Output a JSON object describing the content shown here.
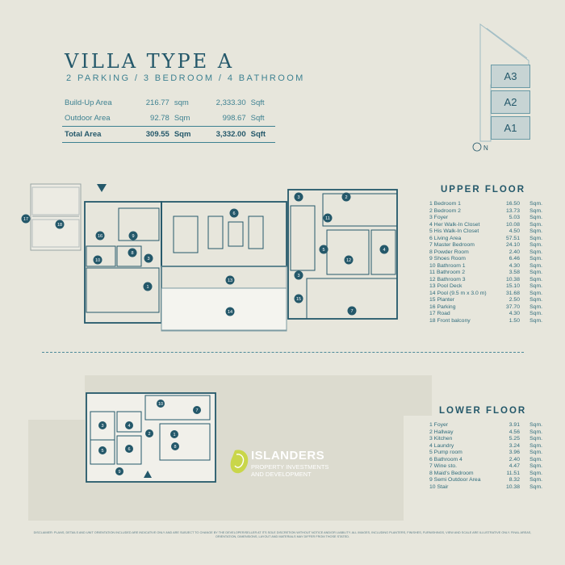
{
  "title": "VILLA TYPE A",
  "subtitle": "2 PARKING / 3 BEDROOM / 4 BATHROOM",
  "areas": [
    {
      "label": "Build-Up Area",
      "sqm": "216.77",
      "unit1": "sqm",
      "sqft": "2,333.30",
      "unit2": "Sqft"
    },
    {
      "label": "Outdoor Area",
      "sqm": "92.78",
      "unit1": "Sqm",
      "sqft": "998.67",
      "unit2": "Sqft"
    },
    {
      "label": "Total Area",
      "sqm": "309.55",
      "unit1": "Sqm",
      "sqft": "3,332.00",
      "unit2": "Sqft"
    }
  ],
  "keymap": {
    "units": [
      "A3",
      "A2",
      "A1"
    ],
    "north": "N"
  },
  "upper_floor": {
    "heading": "UPPER FLOOR",
    "rooms": [
      {
        "name": "1 Bedroom 1",
        "area": "16.50",
        "unit": "Sqm."
      },
      {
        "name": "2 Bedroom 2",
        "area": "13.73",
        "unit": "Sqm."
      },
      {
        "name": "3 Foyer",
        "area": "5.03",
        "unit": "Sqm."
      },
      {
        "name": "4 Her Walk-In Closet",
        "area": "10.08",
        "unit": "Sqm."
      },
      {
        "name": "5 His Walk-In Closet",
        "area": "4.50",
        "unit": "Sqm."
      },
      {
        "name": "6 Living Area",
        "area": "57.51",
        "unit": "Sqm."
      },
      {
        "name": "7 Master Bedroom",
        "area": "24.10",
        "unit": "Sqm."
      },
      {
        "name": "8 Powder Room",
        "area": "2.40",
        "unit": "Sqm."
      },
      {
        "name": "9 Shoes Room",
        "area": "6.46",
        "unit": "Sqm."
      },
      {
        "name": "10 Bathroom 1",
        "area": "4.30",
        "unit": "Sqm."
      },
      {
        "name": "11 Bathroom 2",
        "area": "3.58",
        "unit": "Sqm."
      },
      {
        "name": "12 Bathroom 3",
        "area": "10.38",
        "unit": "Sqm."
      },
      {
        "name": "13 Pool Deck",
        "area": "15.10",
        "unit": "Sqm."
      },
      {
        "name": "14 Pool (9.5 m x 3.0 m)",
        "area": "31.68",
        "unit": "Sqm."
      },
      {
        "name": "15 Planter",
        "area": "2.50",
        "unit": "Sqm."
      },
      {
        "name": "16 Parking",
        "area": "37.70",
        "unit": "Sqm."
      },
      {
        "name": "17 Road",
        "area": "4.30",
        "unit": "Sqm."
      },
      {
        "name": "18 Front balcony",
        "area": "1.50",
        "unit": "Sqm."
      }
    ]
  },
  "lower_floor": {
    "heading": "LOWER FLOOR",
    "rooms": [
      {
        "name": "1 Foyer",
        "area": "3.91",
        "unit": "Sqm."
      },
      {
        "name": "2 Hallway",
        "area": "4.56",
        "unit": "Sqm."
      },
      {
        "name": "3 Kitchen",
        "area": "5.25",
        "unit": "Sqm."
      },
      {
        "name": "4 Laundry",
        "area": "3.24",
        "unit": "Sqm."
      },
      {
        "name": "5 Pump room",
        "area": "3.96",
        "unit": "Sqm."
      },
      {
        "name": "6 Bathroom 4",
        "area": "2.40",
        "unit": "Sqm."
      },
      {
        "name": "7 Wine sto.",
        "area": "4.47",
        "unit": "Sqm."
      },
      {
        "name": "8 Maid's Bedroom",
        "area": "11.51",
        "unit": "Sqm."
      },
      {
        "name": "9 Semi Outdoor Area",
        "area": "8.32",
        "unit": "Sqm."
      },
      {
        "name": "10 Stair",
        "area": "10.38",
        "unit": "Sqm."
      }
    ]
  },
  "brand": {
    "name": "ISLANDERS",
    "line1": "PROPERTY INVESTMENTS",
    "line2": "AND DEVELOPMENT"
  },
  "disclaimer": "DISCLAIMER: PLANS, DETAILS AND UNIT ORIENTATION INCLUDED ARE INDICATIVE ONLY AND ARE SUBJECT TO CHANGE BY THE DEVELOPER/SELLER AT ITS SOLE DISCRETION WITHOUT NOTICE AND/OR LIABILITY. ALL IMAGES, INCLUDING PLANTERS, FINISHES, FURNISHINGS, VIEW AND SCALE ARE ILLUSTRATIVE ONLY. FINAL AREAS, ORIENTATION, DIMENSIONS, LAYOUT AND MATERIALS MAY DIFFER FROM THOSE STATED."
}
